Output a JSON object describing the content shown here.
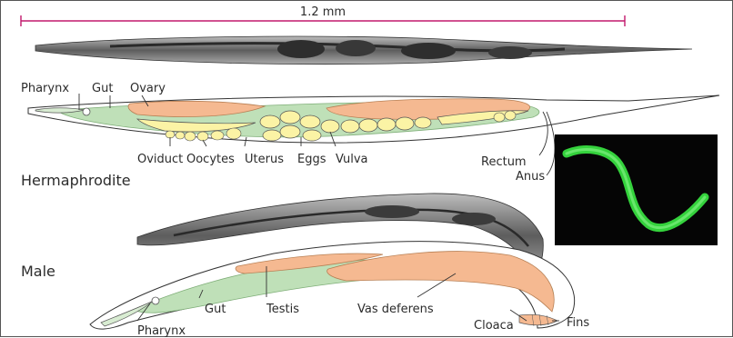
{
  "scale_bar": {
    "label": "1.2 mm"
  },
  "hermaphrodite": {
    "title": "Hermaphrodite",
    "labels": {
      "pharynx": "Pharynx",
      "gut": "Gut",
      "ovary": "Ovary",
      "oviduct": "Oviduct",
      "oocytes": "Oocytes",
      "uterus": "Uterus",
      "eggs": "Eggs",
      "vulva": "Vulva",
      "rectum": "Rectum",
      "anus": "Anus"
    }
  },
  "male": {
    "title": "Male",
    "labels": {
      "pharynx": "Pharynx",
      "gut": "Gut",
      "testis": "Testis",
      "vas_deferens": "Vas deferens",
      "cloaca": "Cloaca",
      "fins": "Fins"
    }
  },
  "colors": {
    "gut": "#bfe0b8",
    "gonad": "#f5b991",
    "eggs": "#fbf3a5",
    "scale_bar": "#c2186d",
    "fluorescent_worm": "#34d23c",
    "photo_background": "#050505"
  }
}
